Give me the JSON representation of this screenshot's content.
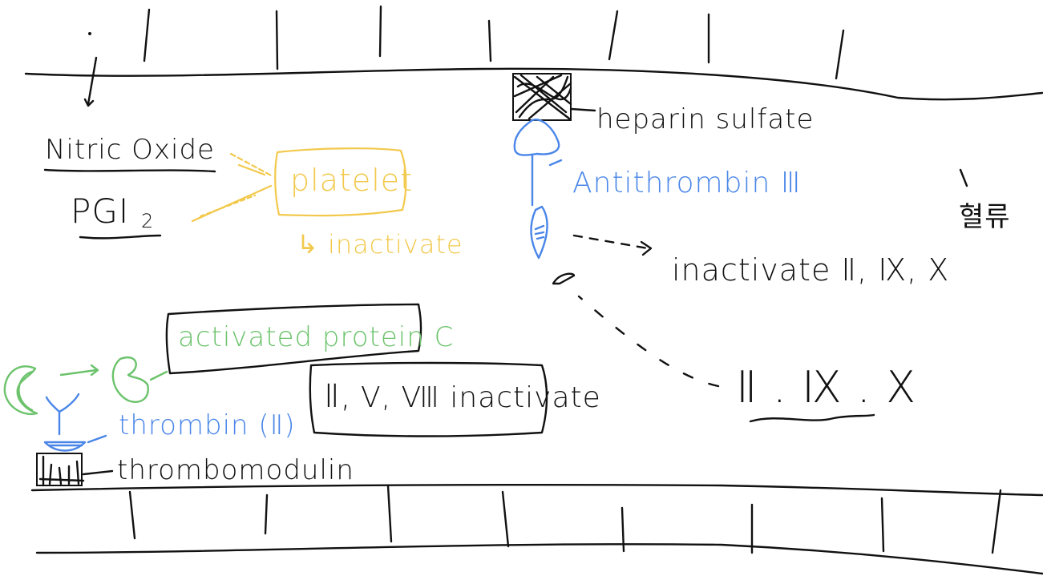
{
  "labels": {
    "nitric_oxide": "Nitric Oxide",
    "pgi2": "PGI",
    "pgi2_sub": "2",
    "platelet": "platelet",
    "platelet_inactivate": "↳ inactivate",
    "heparin_sulfate": "heparin sulfate",
    "antithrombin": "Antithrombin Ⅲ",
    "inactivate_factors": "inactivate Ⅱ, Ⅸ, Ⅹ",
    "factors": "Ⅱ . Ⅸ . Ⅹ",
    "korean_note": "혈류",
    "activated_protein_c": "activated protein C",
    "factor_inactivate": "Ⅴ, Ⅷ inactivate",
    "thrombin": "thrombin (Ⅱ)",
    "thrombomodulin": "thrombomodulin"
  },
  "colors": {
    "ink": "#111111",
    "yellow": "#f2c94c",
    "green": "#6cc36c",
    "blue": "#4a86e8"
  }
}
